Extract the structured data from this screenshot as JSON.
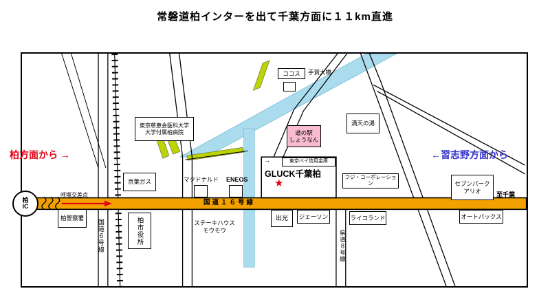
{
  "title": "常磐道柏インターを出て千葉方面に１１km直進",
  "directions": {
    "from_kashiwa": "柏方面から →",
    "from_narashino": "←習志野方面から"
  },
  "roads": {
    "route16": "国道１６号線",
    "route6": "国道６号線",
    "route8": "県道８号線",
    "intersection": "呼塚交差点",
    "to_chiba": "至千葉",
    "ic_top": "柏",
    "ic_bottom": "IC",
    "entry_arrow": "→"
  },
  "destination": {
    "name": "GLUCK千葉柏",
    "star": "★"
  },
  "landmarks": {
    "hospital_line1": "東京慈恵会医科大学",
    "hospital_line2": "大学付属柏病院",
    "cocos": "ココス",
    "tega_bridge": "手賀大橋",
    "michinoeki_line1": "道の駅",
    "michinoeki_line2": "しょうなん",
    "manten": "満天の湯",
    "keiyo_gas": "京葉ガス",
    "mcdonalds": "マクドナルド",
    "eneos": "ENEOS",
    "tokyo_bay": "東京ベイ信用金庫",
    "fuji": "フジ・コーポレーション",
    "seven_park_line1": "セブンパーク",
    "seven_park_line2": "アリオ",
    "police": "柏警察署",
    "city_hall": "柏市役所",
    "steak_line1": "ステーキハウス",
    "steak_line2": "モウモウ",
    "idemitsu": "出光",
    "jason": "ジェーソン",
    "raikoland": "ライコランド",
    "autobacs": "オートバックス"
  },
  "colors": {
    "road_orange": "#F2A100",
    "river_blue": "#ABDCEE",
    "green_strip": "#BCD400",
    "pink": "#F8BBD0",
    "accent_red": "#E60012",
    "accent_blue": "#3333CC"
  }
}
